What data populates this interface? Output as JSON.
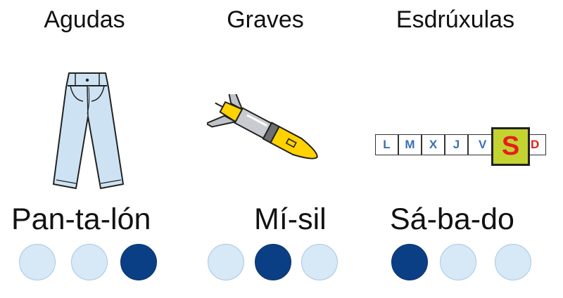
{
  "columns": [
    {
      "heading": "Agudas",
      "image_icon": "jeans-icon",
      "word": "Pan-ta-lón",
      "syllables": [
        {
          "stressed": false
        },
        {
          "stressed": false
        },
        {
          "stressed": true
        }
      ]
    },
    {
      "heading": "Graves",
      "image_icon": "missile-icon",
      "word": "Mí-sil",
      "syllables": [
        {
          "stressed": false
        },
        {
          "stressed": true
        },
        {
          "stressed": false
        }
      ]
    },
    {
      "heading": "Esdrúxulas",
      "image_icon": "calendar-day-icon",
      "word": "Sá-ba-do",
      "syllables": [
        {
          "stressed": true
        },
        {
          "stressed": false
        },
        {
          "stressed": false
        }
      ]
    }
  ],
  "calendar": {
    "days": [
      "L",
      "M",
      "X",
      "J",
      "V"
    ],
    "highlighted": "S",
    "last": "D",
    "weekday_color": "#3a6fb4",
    "weekend_color": "#e51e1e",
    "highlight_color": "#c3d431"
  },
  "colors": {
    "stressed": "#0b3f85",
    "unstressed": "#d7e8f6"
  }
}
